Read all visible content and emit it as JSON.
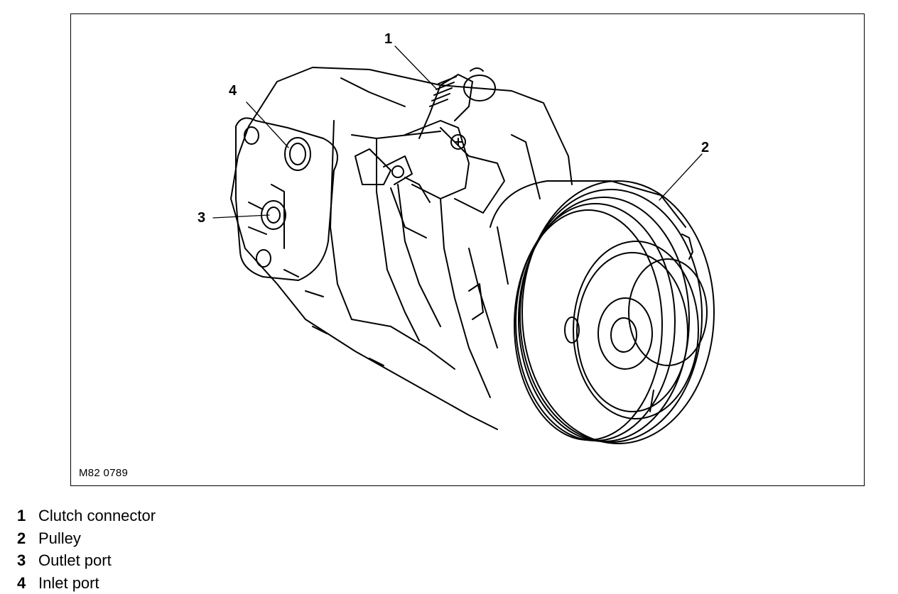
{
  "figure": {
    "code": "M82 0789",
    "callouts": [
      {
        "number": "1",
        "target": "clutch connector"
      },
      {
        "number": "2",
        "target": "pulley"
      },
      {
        "number": "3",
        "target": "outlet port"
      },
      {
        "number": "4",
        "target": "inlet port"
      }
    ]
  },
  "legend": [
    {
      "number": "1",
      "label": "Clutch connector"
    },
    {
      "number": "2",
      "label": "Pulley"
    },
    {
      "number": "3",
      "label": "Outlet port"
    },
    {
      "number": "4",
      "label": "Inlet port"
    }
  ],
  "colors": {
    "line": "#000000",
    "background": "#ffffff"
  }
}
